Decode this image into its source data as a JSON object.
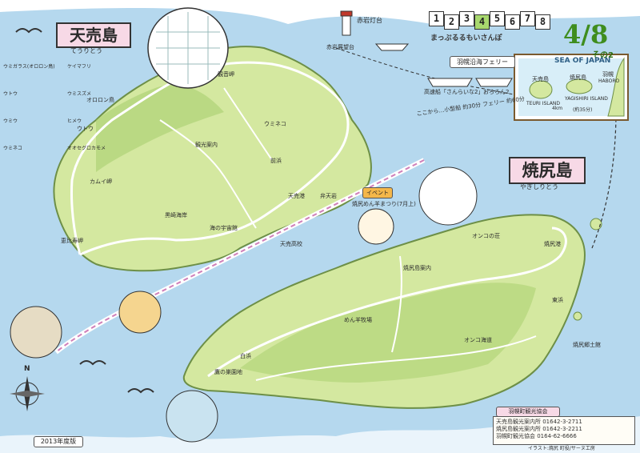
{
  "islands": {
    "teuri": {
      "name": "天売島",
      "reading": "てうりとう"
    },
    "yagishiri": {
      "name": "焼尻島",
      "reading": "やぎしりとう"
    }
  },
  "header": {
    "pages": [
      "1",
      "2",
      "3",
      "4",
      "5",
      "6",
      "7",
      "8"
    ],
    "active_page": "4",
    "series": "まっぷるるもいさんぽ",
    "page_counter": "4/8",
    "sub": "その2",
    "ferry_title": "羽幌沿海フェリー",
    "ferry_ships": [
      "高速船「さんらいな2」",
      "おろろん2"
    ]
  },
  "inset": {
    "sea": "SEA OF JAPAN",
    "labels": [
      "天売島",
      "TEURI ISLAND",
      "焼尻島",
      "YAGISHIRI ISLAND",
      "羽幌",
      "HABORO",
      "4km",
      "(約35分)"
    ]
  },
  "route_text": "ここから…小型船 約30分 フェリー 約60分",
  "lighthouse": "赤岩灯台",
  "places": {
    "teuri": [
      "赤岩展望台",
      "観音岬",
      "ウミネコ",
      "前浜",
      "天売港",
      "海の宇宙館",
      "カムイ岬",
      "恵比寿岬",
      "ウトウ",
      "オロロン鳥",
      "黒崎海岸",
      "天売高校",
      "弁天岩",
      "観光案内"
    ],
    "yagishiri": [
      "焼尻港",
      "焼尻郷土館",
      "オンコの荘",
      "白浜",
      "めん羊牧場",
      "鷹の巣園地",
      "オンコ海道",
      "東浜",
      "焼尻島案内"
    ]
  },
  "birds_legend": [
    "ウミガラス(オロロン鳥)",
    "ケイマフリ",
    "ウトウ",
    "ウミスズメ",
    "ウミウ",
    "ヒメウ",
    "ウミネコ",
    "オオセグロカモメ"
  ],
  "event": {
    "tag": "イベント",
    "text": "焼尻めん羊まつり(7月上)"
  },
  "info": {
    "tag": "羽幌町観光協会",
    "text": "天売島観光案内所 01642-3-2711\n焼尻島観光案内所 01642-3-2211\n羽幌町観光協会 0164-62-6666",
    "credit": "イラスト:焼尻 町役/サーヌ工房"
  },
  "edition": "2013年度版",
  "compass": "N",
  "colors": {
    "sea": "#b5d8ee",
    "land": "#d4e8a0",
    "land_dark": "#a9cf70",
    "road": "#ffffff",
    "ferry": "#cf7fb9",
    "pink": "#f7d9e6"
  }
}
